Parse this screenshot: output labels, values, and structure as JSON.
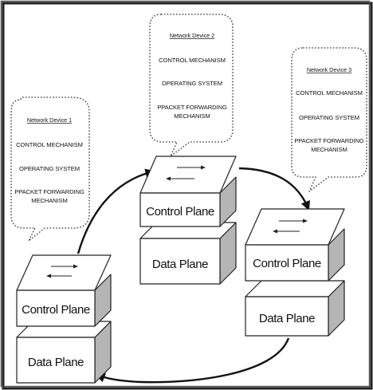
{
  "devices": [
    {
      "title": "Network Device 1",
      "lines": [
        "CONTROL MECHANISM",
        "OPERATING  SYSTEM",
        "PPACKET FORWARDING",
        "MECHANISM"
      ],
      "control_label": "Control Plane",
      "data_label": "Data Plane"
    },
    {
      "title": "Network Device 2",
      "lines": [
        "CONTROL MECHANISM",
        "OPERATING SYSTEM",
        "PPACKET FORWARDING",
        "MECHANISM"
      ],
      "control_label": "Control Plane",
      "data_label": "Data Plane"
    },
    {
      "title": "Network Device 3",
      "lines": [
        "CONTROL MECHANISM",
        "OPERATING  SYSTEM",
        "PPACKET FORWARDING",
        "MECHANISM"
      ],
      "control_label": "Control Plane",
      "data_label": "Data Plane"
    }
  ],
  "colors": {
    "box_front": "#ffffff",
    "box_side": "#b5b5b5",
    "outline": "#222222",
    "background": "#ffffff"
  },
  "icons": [
    "bidirectional-arrow-icon",
    "flow-arrow-icon"
  ]
}
